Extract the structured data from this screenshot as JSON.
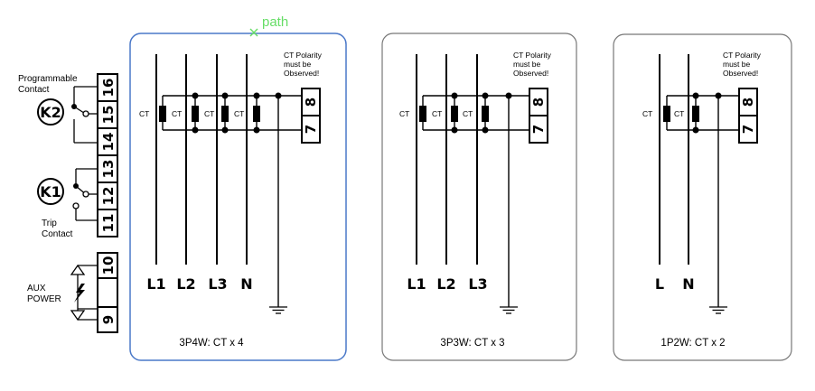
{
  "selection": {
    "tag": "path",
    "color": "#66dd66",
    "frame_color": "#4a78c8"
  },
  "left": {
    "programmable": [
      "Programmable",
      "Contact"
    ],
    "trip": [
      "Trip",
      "Contact"
    ],
    "aux": [
      "AUX",
      "POWER"
    ],
    "k2": "K2",
    "k1": "K1",
    "terminals": [
      "16",
      "15",
      "14",
      "13",
      "12",
      "11",
      "10",
      "9"
    ]
  },
  "ct_label": "CT",
  "polarity": [
    "CT Polarity",
    "must be",
    "Observed!"
  ],
  "ct_terminals": [
    "8",
    "7"
  ],
  "panels": [
    {
      "title": "3P4W: CT x 4",
      "lines": [
        "L1",
        "L2",
        "L3",
        "N"
      ]
    },
    {
      "title": "3P3W: CT x 3",
      "lines": [
        "L1",
        "L2",
        "L3"
      ]
    },
    {
      "title": "1P2W: CT x 2",
      "lines": [
        "L",
        "N"
      ]
    }
  ]
}
